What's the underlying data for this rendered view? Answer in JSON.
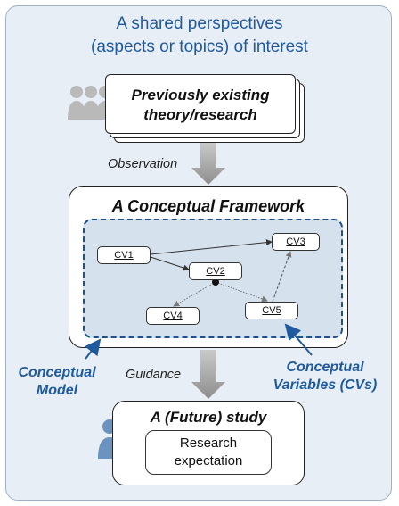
{
  "header": {
    "line1": "A shared perspectives",
    "line2": "(aspects or topics) of interest"
  },
  "theory_box": {
    "line1": "Previously existing",
    "line2": "theory/research",
    "icon": "people-group-icon"
  },
  "arrow_labels": {
    "observation": "Observation",
    "guidance": "Guidance"
  },
  "framework": {
    "title": "A Conceptual Framework",
    "variables": [
      "CV1",
      "CV2",
      "CV3",
      "CV4",
      "CV5"
    ]
  },
  "callouts": {
    "conceptual_model_line1": "Conceptual",
    "conceptual_model_line2": "Model",
    "conceptual_variables_line1": "Conceptual",
    "conceptual_variables_line2": "Variables (CVs)"
  },
  "study": {
    "title": "A (Future) study",
    "expectation_line1": "Research",
    "expectation_line2": "expectation",
    "icon": "person-icon"
  },
  "colors": {
    "accent_blue": "#1f5a9e",
    "background": "#e8eef6",
    "arrow_gray": "#9a9a9a"
  }
}
